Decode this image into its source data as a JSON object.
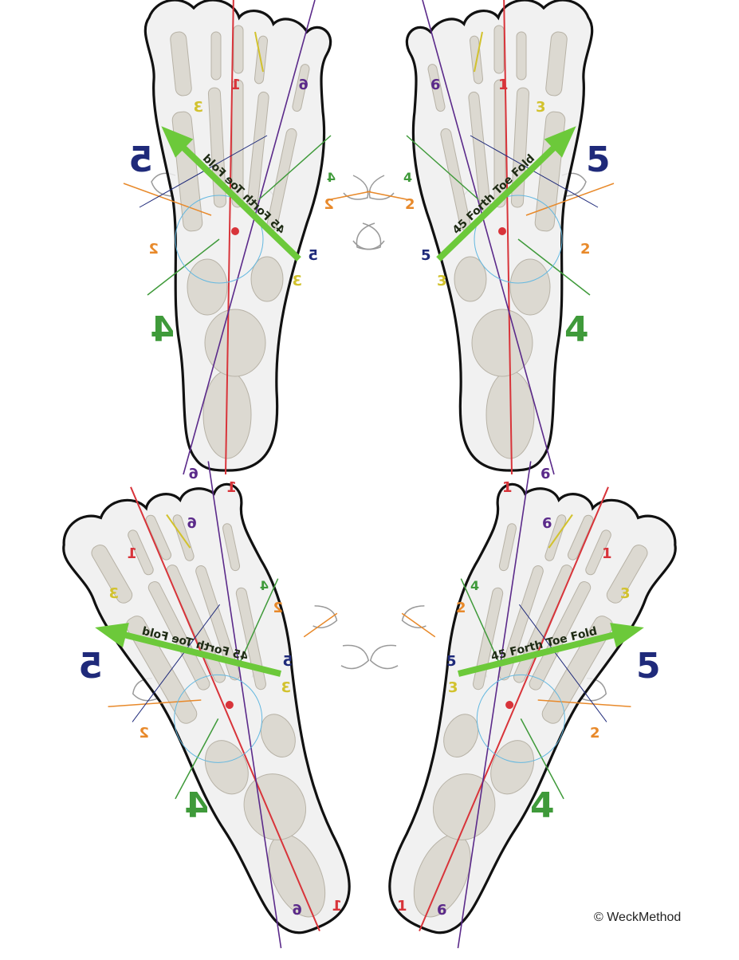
{
  "diagram": {
    "fold_label": "45 Forth Toe Fold",
    "copyright": "© WeckMethod",
    "numbers": {
      "one": "1",
      "two": "2",
      "three": "3",
      "four": "4",
      "five": "5",
      "six": "6"
    },
    "colors": {
      "one": "#d8343a",
      "two": "#e8892a",
      "three": "#d2c22e",
      "four": "#3f9a3a",
      "five": "#1f2a7a",
      "six": "#5b2a8a",
      "arrow": "#6cc93a",
      "outline": "#111111"
    }
  }
}
